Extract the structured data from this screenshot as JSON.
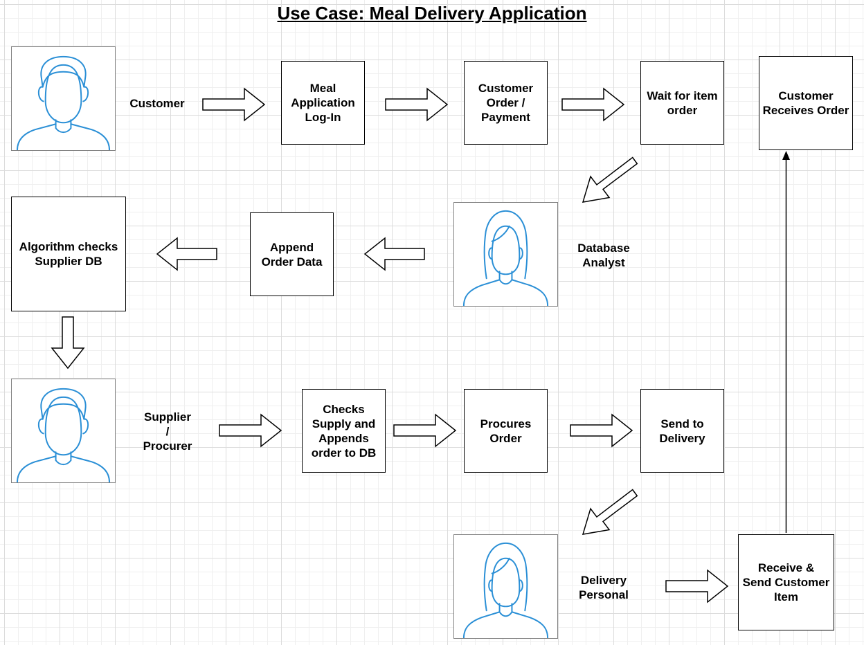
{
  "title": "Use Case: Meal Delivery Application",
  "actors": {
    "customer": "Customer",
    "database_analyst": "Database\nAnalyst",
    "supplier": "Supplier\n/\nProcurer",
    "delivery": "Delivery\nPersonal"
  },
  "steps": {
    "login": "Meal\nApplication\nLog-In",
    "order_payment": "Customer\nOrder /\nPayment",
    "wait": "Wait for item\norder",
    "receives": "Customer\nReceives Order",
    "append": "Append\nOrder Data",
    "algorithm": "Algorithm checks\nSupplier DB",
    "checks_supply": "Checks\nSupply and\nAppends\norder to DB",
    "procures": "Procures\nOrder",
    "send_delivery": "Send to\nDelivery",
    "receive_send": "Receive &\nSend Customer\nItem"
  },
  "colors": {
    "figure_stroke": "#2a8fd6",
    "frame": "#808080",
    "line": "#000000"
  },
  "icons": {
    "male": "male-user-icon",
    "female": "female-user-icon"
  }
}
